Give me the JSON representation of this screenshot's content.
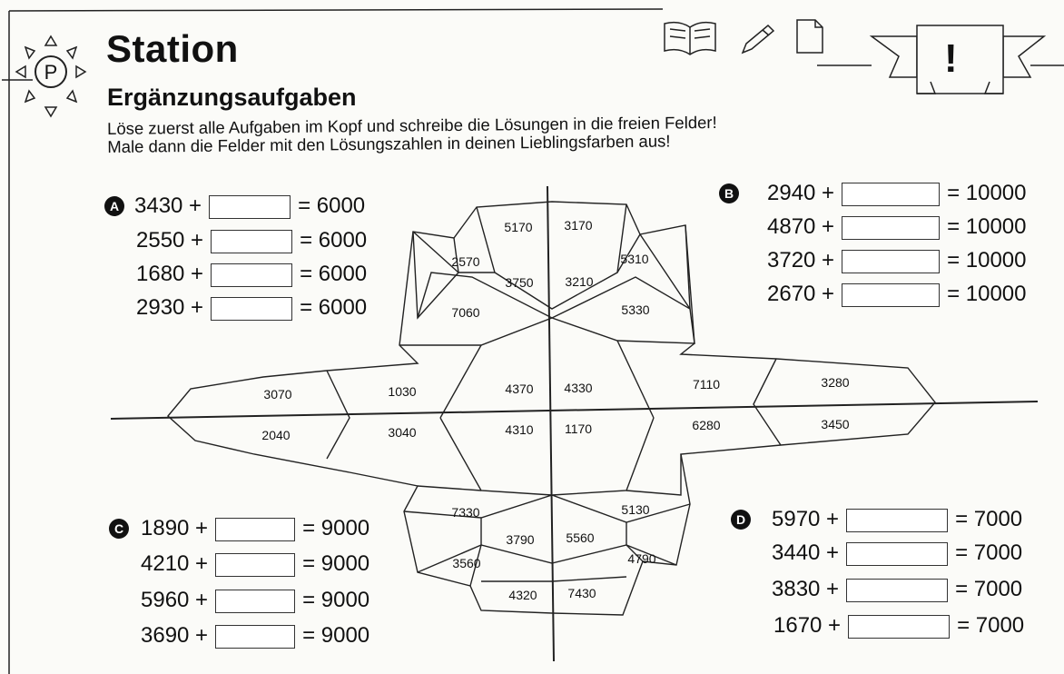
{
  "header": {
    "title": "Station",
    "subtitle": "Ergänzungsaufgaben",
    "logo_letter": "P",
    "banner_mark": "!",
    "icons": [
      "book-icon",
      "pencil-icon",
      "page-icon"
    ]
  },
  "instructions": [
    "Löse zuerst alle Aufgaben im Kopf und schreibe die Lösungen in die freien Felder!",
    "Male dann die Felder mit den Lösungszahlen in deinen Lieblingsfarben aus!"
  ],
  "groups": {
    "A": {
      "label": "A",
      "equations": [
        {
          "a": "3430 +",
          "result": "= 6000",
          "answer": ""
        },
        {
          "a": "2550 +",
          "result": "= 6000",
          "answer": ""
        },
        {
          "a": "1680 +",
          "result": "= 6000",
          "answer": ""
        },
        {
          "a": "2930 +",
          "result": "= 6000",
          "answer": ""
        }
      ]
    },
    "B": {
      "label": "B",
      "equations": [
        {
          "a": "2940 +",
          "result": "= 10000",
          "answer": ""
        },
        {
          "a": "4870 +",
          "result": "= 10000",
          "answer": ""
        },
        {
          "a": "3720 +",
          "result": "= 10000",
          "answer": ""
        },
        {
          "a": "2670 +",
          "result": "= 10000",
          "answer": ""
        }
      ]
    },
    "C": {
      "label": "C",
      "equations": [
        {
          "a": "1890 +",
          "result": "= 9000",
          "answer": ""
        },
        {
          "a": "4210 +",
          "result": "= 9000",
          "answer": ""
        },
        {
          "a": "5960 +",
          "result": "= 9000",
          "answer": ""
        },
        {
          "a": "3690 +",
          "result": "= 9000",
          "answer": ""
        }
      ]
    },
    "D": {
      "label": "D",
      "equations": [
        {
          "a": "5970 +",
          "result": "= 7000",
          "answer": ""
        },
        {
          "a": "3440 +",
          "result": "= 7000",
          "answer": ""
        },
        {
          "a": "3830 +",
          "result": "= 7000",
          "answer": ""
        },
        {
          "a": "1670 +",
          "result": "= 7000",
          "answer": ""
        }
      ]
    }
  },
  "puzzle_cells": [
    "5170",
    "3170",
    "2570",
    "3750",
    "3210",
    "5310",
    "7060",
    "5330",
    "3070",
    "1030",
    "4370",
    "4330",
    "7110",
    "3280",
    "2040",
    "3040",
    "4310",
    "1170",
    "6280",
    "3450",
    "7330",
    "5130",
    "3790",
    "5560",
    "3560",
    "4790",
    "4320",
    "7430"
  ]
}
